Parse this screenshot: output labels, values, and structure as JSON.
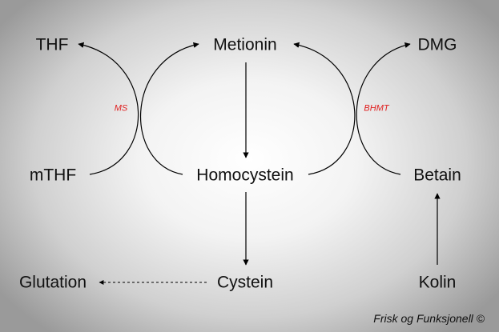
{
  "nodes": {
    "thf": "THF",
    "metionin": "Metionin",
    "dmg": "DMG",
    "mthf": "mTHF",
    "homocystein": "Homocystein",
    "betain": "Betain",
    "glutation": "Glutation",
    "cystein": "Cystein",
    "kolin": "Kolin"
  },
  "enzymes": {
    "ms": "MS",
    "bhmt": "BHMT"
  },
  "credit": "Frisk og Funksjonell ©",
  "colors": {
    "text": "#111111",
    "enzyme": "#e02020",
    "arrow": "#000000"
  }
}
